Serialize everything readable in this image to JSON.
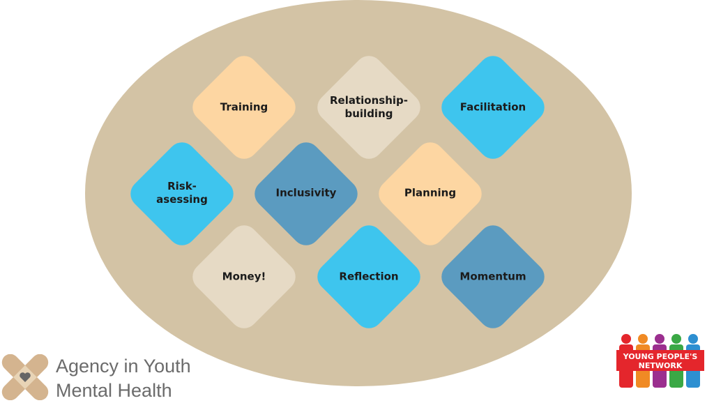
{
  "diagram": {
    "tiles": [
      {
        "id": "training",
        "label": "Training",
        "color": "#fdd6a2"
      },
      {
        "id": "relationship",
        "label": "Relationship-\nbuilding",
        "color": "#e6dac5"
      },
      {
        "id": "facilitation",
        "label": "Facilitation",
        "color": "#3ec5ee"
      },
      {
        "id": "risk",
        "label": "Risk-\nasessing",
        "color": "#3ec5ee"
      },
      {
        "id": "inclusivity",
        "label": "Inclusivity",
        "color": "#5b9bc0"
      },
      {
        "id": "planning",
        "label": "Planning",
        "color": "#fdd6a2"
      },
      {
        "id": "money",
        "label": "Money!",
        "color": "#e6dac5"
      },
      {
        "id": "reflection",
        "label": "Reflection",
        "color": "#3ec5ee"
      },
      {
        "id": "momentum",
        "label": "Momentum",
        "color": "#5b9bc0"
      }
    ],
    "background_color": "#d3c3a5"
  },
  "branding": {
    "left_line1": "Agency in Youth",
    "left_line2": "Mental Health",
    "right_logo_text1": "YOUNG PEOPLE'S",
    "right_logo_text2": "NETWORK",
    "logo_icon": "crossed-bandages-heart-icon"
  }
}
